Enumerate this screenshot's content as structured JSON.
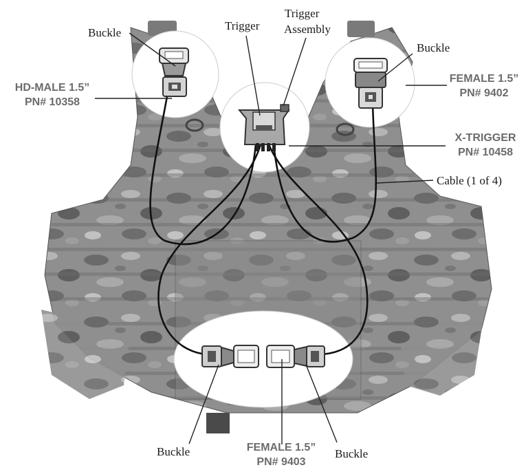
{
  "labels": {
    "buckle_top_left": "Buckle",
    "trigger": "Trigger",
    "trigger_assembly_line1": "Trigger",
    "trigger_assembly_line2": "Assembly",
    "buckle_top_right": "Buckle",
    "hd_male_line1": "HD-MALE 1.5”",
    "hd_male_line2": "PN# 10358",
    "female_top_line1": "FEMALE 1.5”",
    "female_top_line2": "PN# 9402",
    "x_trigger_line1": "X-TRIGGER",
    "x_trigger_line2": "PN# 10458",
    "cable": "Cable (1 of 4)",
    "buckle_bottom_left": "Buckle",
    "female_bottom_line1": "FEMALE 1.5”",
    "female_bottom_line2": "PN# 9403",
    "buckle_bottom_right": "Buckle"
  },
  "colors": {
    "vest_base": "#8f8f8f",
    "camo_dark": "#5e5e5e",
    "camo_light": "#b8b8b8",
    "callout_fill": "#ffffff",
    "cable": "#111111",
    "part_label_text": "#6b6b6b",
    "leader_line": "#222222"
  }
}
